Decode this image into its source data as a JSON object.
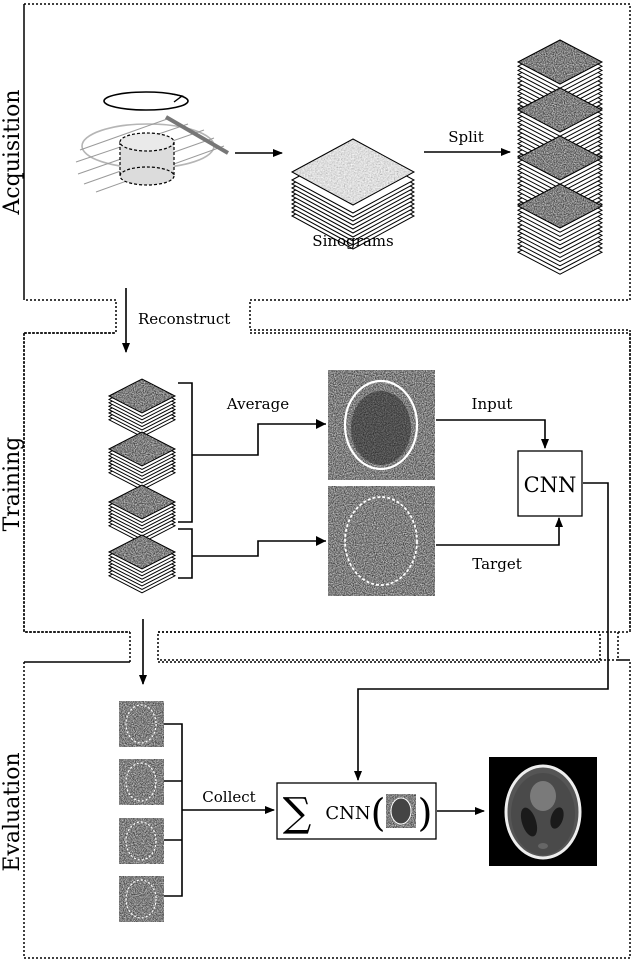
{
  "sections": {
    "acquisition": "Acquisition",
    "training": "Training",
    "evaluation": "Evaluation"
  },
  "labels": {
    "sinograms": "Sinograms",
    "split": "Split",
    "reconstruct": "Reconstruct",
    "average": "Average",
    "input": "Input",
    "target": "Target",
    "cnn": "CNN",
    "collect": "Collect",
    "sum_cnn": "CNN"
  },
  "colors": {
    "stroke": "#000000",
    "noise_dark": "#111111",
    "phantom_bg": "#000000",
    "phantom_gray": "#5a5a5a"
  }
}
